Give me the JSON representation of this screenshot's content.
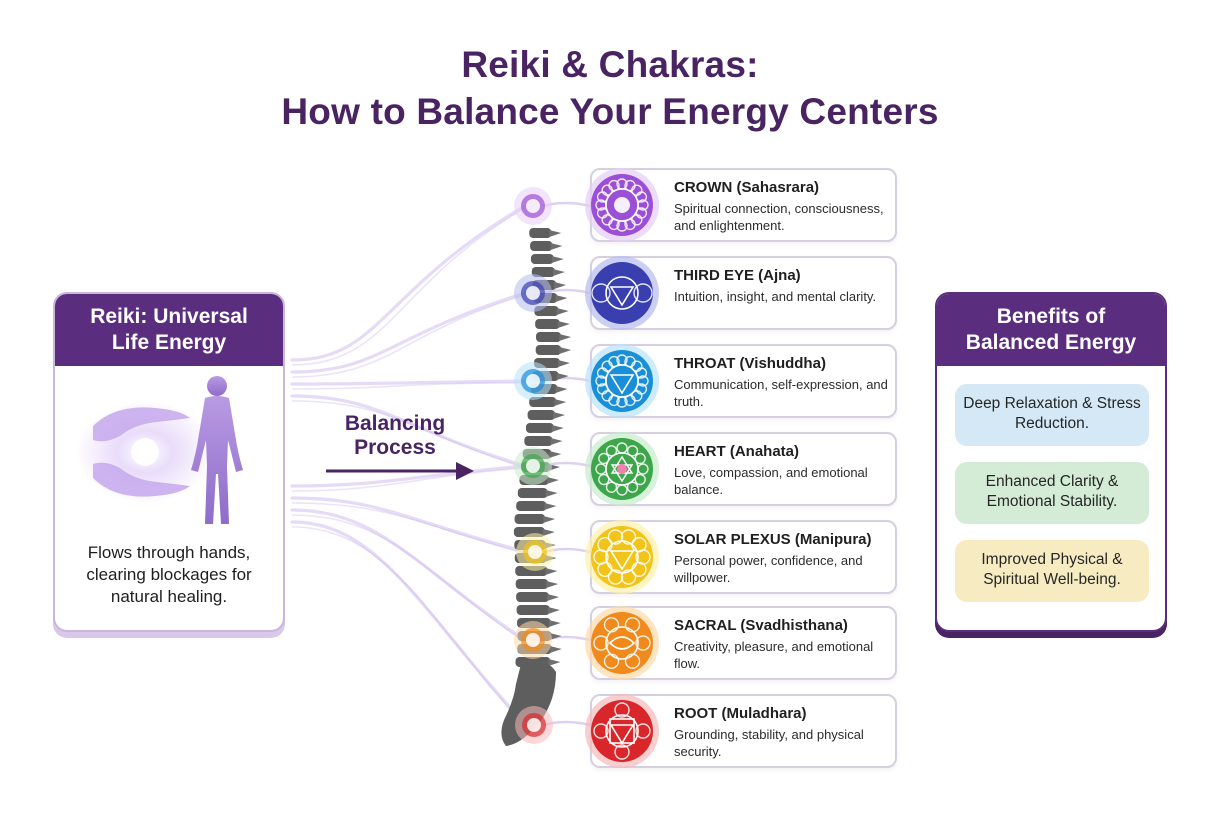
{
  "title": {
    "line1": "Reiki & Chakras:",
    "line2": "How to Balance Your Energy Centers"
  },
  "reiki_card": {
    "heading_line1": "Reiki: Universal",
    "heading_line2": "Life Energy",
    "description": "Flows through hands, clearing blockages for natural healing."
  },
  "balancing": {
    "line1": "Balancing",
    "line2": "Process"
  },
  "chakras": [
    {
      "name": "CROWN (Sahasrara)",
      "description": "Spiritual connection, consciousness, and enlightenment.",
      "color": "#9b4fd6",
      "light": "#e6cdf7",
      "icon": "lotus-icon"
    },
    {
      "name": "THIRD EYE (Ajna)",
      "description": "Intuition, insight, and mental clarity.",
      "color": "#3a3fb0",
      "light": "#b7bbf0",
      "icon": "third-eye-icon"
    },
    {
      "name": "THROAT (Vishuddha)",
      "description": "Communication, self-expression, and truth.",
      "color": "#1a8fd8",
      "light": "#b6e2fb",
      "icon": "throat-chakra-icon"
    },
    {
      "name": "HEART (Anahata)",
      "description": "Love, compassion, and emotional balance.",
      "color": "#3da64a",
      "light": "#c6eccb",
      "icon": "heart-chakra-icon"
    },
    {
      "name": "SOLAR PLEXUS (Manipura)",
      "description": "Personal power, confidence, and willpower.",
      "color": "#f2c318",
      "light": "#fff1a8",
      "icon": "solar-plexus-icon"
    },
    {
      "name": "SACRAL (Svadhisthana)",
      "description": "Creativity, pleasure, and emotional flow.",
      "color": "#f08a1c",
      "light": "#ffd8a8",
      "icon": "sacral-chakra-icon"
    },
    {
      "name": "ROOT (Muladhara)",
      "description": "Grounding, stability, and physical security.",
      "color": "#d8262a",
      "light": "#f7b9b9",
      "icon": "root-chakra-icon"
    }
  ],
  "benefits_card": {
    "heading_line1": "Benefits of",
    "heading_line2": "Balanced Energy",
    "items": [
      "Deep Relaxation & Stress Reduction.",
      "Enhanced Clarity & Emotional Stability.",
      "Improved Physical & Spiritual Well-being."
    ]
  },
  "colors": {
    "brand_purple": "#5b2d7e",
    "title_purple": "#4a2462",
    "energy_lavender": "#c7b0ea",
    "spine_gray": "#5e5e5e"
  }
}
